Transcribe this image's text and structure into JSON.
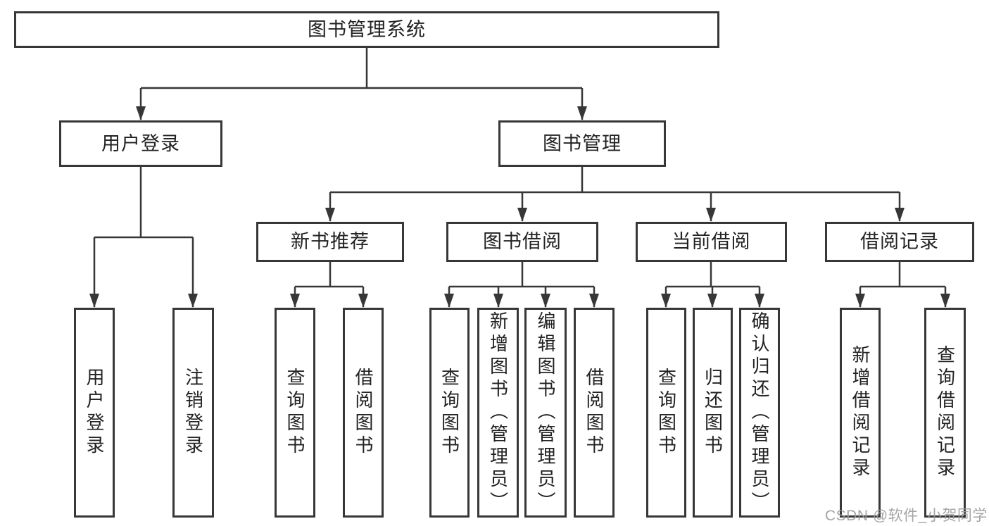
{
  "diagram": {
    "title": "图书管理系统",
    "level2": {
      "user_login": "用户登录",
      "book_management": "图书管理"
    },
    "level3": {
      "new_book_recommend": "新书推荐",
      "book_borrow": "图书借阅",
      "current_borrow": "当前借阅",
      "borrow_records": "借阅记录"
    },
    "leaves": {
      "user_login": "用户登录",
      "logout": "注销登录",
      "nb_query_books": "查询图书",
      "nb_borrow_books": "借阅图书",
      "bb_query_books": "查询图书",
      "bb_add_books": "新增图书（管理员）",
      "bb_edit_books": "编辑图书（管理员）",
      "bb_borrow_books": "借阅图书",
      "cb_query_books": "查询图书",
      "cb_return_books": "归还图书",
      "cb_confirm_return": "确认归还（管理员）",
      "br_add_record": "新增借阅记录",
      "br_query_record": "查询借阅记录"
    }
  },
  "watermark": "CSDN @软件_小贺同学",
  "colors": {
    "line": "#373737",
    "text": "#222222",
    "background": "#ffffff",
    "watermark": "#9b9b9b"
  }
}
